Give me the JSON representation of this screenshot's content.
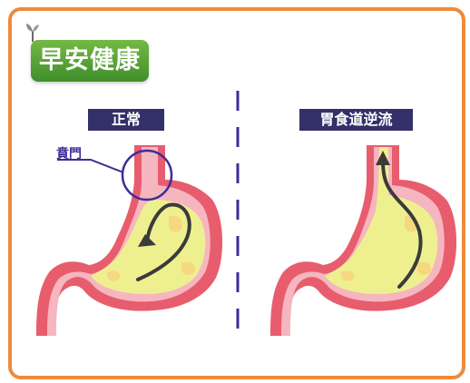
{
  "logo": {
    "text": "早安健康"
  },
  "panels": [
    {
      "title": "正常"
    },
    {
      "title": "胃食道逆流"
    }
  ],
  "callout": {
    "label": "賁門"
  },
  "colors": {
    "border": "#ef8a3b",
    "header_bg": "#33306a",
    "stomach_wall": "#e85d6d",
    "stomach_lining": "#f6b6bf",
    "acid": "#eef08f",
    "callout": "#3d2d9a",
    "divider": "#3d2d9a"
  }
}
